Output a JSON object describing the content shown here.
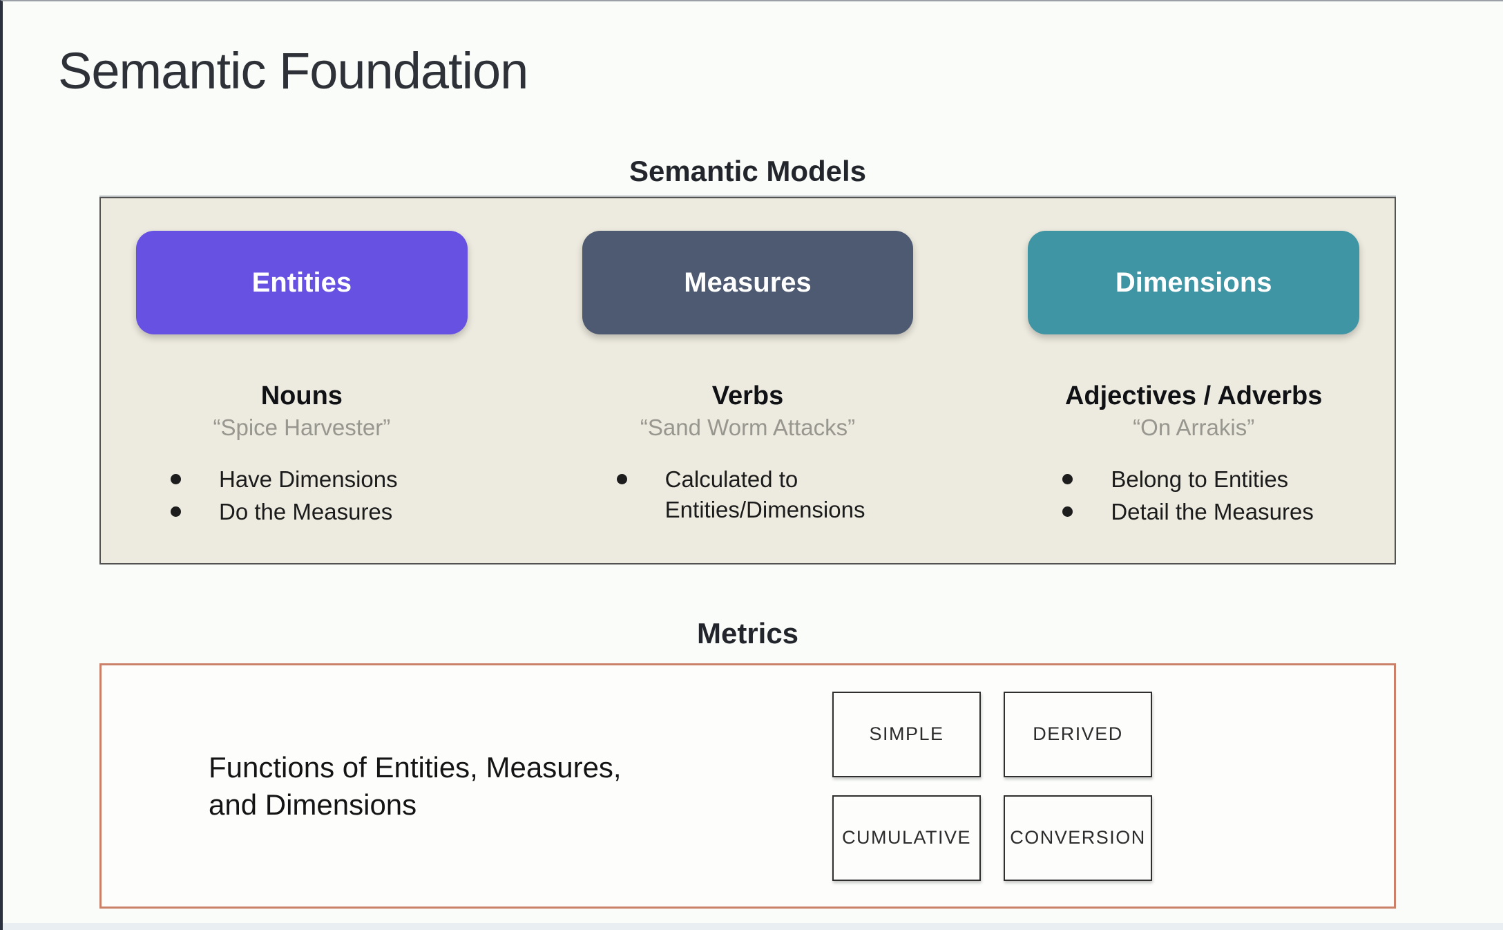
{
  "title": "Semantic Foundation",
  "semantic_models": {
    "heading": "Semantic Models",
    "panel_bg": "#edeadf",
    "panel_border": "#535353",
    "columns": [
      {
        "pill": "Entities",
        "pill_color": "#6751e3",
        "role": "Nouns",
        "example": "“Spice Harvester”",
        "bullets": [
          "Have Dimensions",
          "Do the Measures"
        ]
      },
      {
        "pill": "Measures",
        "pill_color": "#4e5a71",
        "role": "Verbs",
        "example": "“Sand Worm Attacks”",
        "bullets": [
          "Calculated to Entities/Dimensions"
        ]
      },
      {
        "pill": "Dimensions",
        "pill_color": "#3f95a3",
        "role": "Adjectives / Adverbs",
        "example": "“On Arrakis”",
        "bullets": [
          "Belong to Entities",
          "Detail the Measures"
        ]
      }
    ]
  },
  "metrics": {
    "heading": "Metrics",
    "panel_border": "#ca8069",
    "description_line1": "Functions of Entities, Measures,",
    "description_line2": "and Dimensions",
    "types": [
      "SIMPLE",
      "DERIVED",
      "CUMULATIVE",
      "CONVERSION"
    ]
  }
}
